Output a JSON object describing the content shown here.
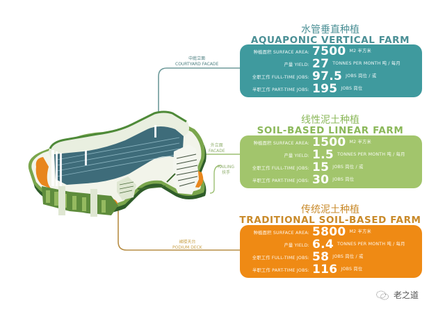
{
  "farms": [
    {
      "id": "aquaponic",
      "title_zh": "水管垂直种植",
      "title_en": "AQUAPONIC VERTICAL FARM",
      "color": "#3f9a9e",
      "title_color": "#4a8f95",
      "rows": [
        {
          "label": "种植面积 SURFACE AREA:",
          "value": "7500",
          "unit": "M2 半方米"
        },
        {
          "label": "产量 YIELD:",
          "value": "27",
          "unit": "TONNES PER MONTH 吨 / 每月"
        },
        {
          "label": "全职工作 FULL-TIME JOBS:",
          "value": "97.5",
          "unit": "JOBS 岗位 / 或"
        },
        {
          "label": "半职工作 PART-TIME JOBS:",
          "value": "195",
          "unit": "JOBS 岗位"
        }
      ]
    },
    {
      "id": "soil-linear",
      "title_zh": "线性泥土种植",
      "title_en": "SOIL-BASED LINEAR FARM",
      "color": "#a2c56c",
      "title_color": "#8bb85a",
      "rows": [
        {
          "label": "种植面积 SURFACE AREA:",
          "value": "1500",
          "unit": "M2 半方米"
        },
        {
          "label": "产量 YIELD:",
          "value": "1.5",
          "unit": "TONNES PER MONTH 吨 / 每月"
        },
        {
          "label": "全职工作 FULL-TIME JOBS:",
          "value": "15",
          "unit": "JOBS 岗位 / 或"
        },
        {
          "label": "半职工作 PART-TIME JOBS:",
          "value": "30",
          "unit": "JOBS 岗位"
        }
      ]
    },
    {
      "id": "traditional",
      "title_zh": "传统泥土种植",
      "title_en": "TRADITIONAL SOIL-BASED FARM",
      "color": "#ef8a14",
      "title_color": "#c98a2a",
      "rows": [
        {
          "label": "种植面积 SURFACE AREA:",
          "value": "5800",
          "unit": "M2 半方米"
        },
        {
          "label": "产量 YIELD:",
          "value": "6.4",
          "unit": "TONNES PER MONTH 吨 / 每月"
        },
        {
          "label": "全职工作 FULL-TIME JOBS:",
          "value": "58",
          "unit": "JOBS 岗位 / 或"
        },
        {
          "label": "半职工作 PART-TIME JOBS:",
          "value": "116",
          "unit": "JOBS 岗位"
        }
      ]
    }
  ],
  "callouts": {
    "courtyard": {
      "zh": "中庭立面",
      "en": "COURTYARD FACADE"
    },
    "facade": {
      "zh": "外立面",
      "en": "FACADE"
    },
    "railing": {
      "zh": "扶手",
      "en": "RAILING"
    },
    "podium": {
      "zh": "裙楼天台",
      "en": "PODIUM DECK"
    }
  },
  "watermark": {
    "text": "老之道",
    "icon": "wechat-icon"
  }
}
